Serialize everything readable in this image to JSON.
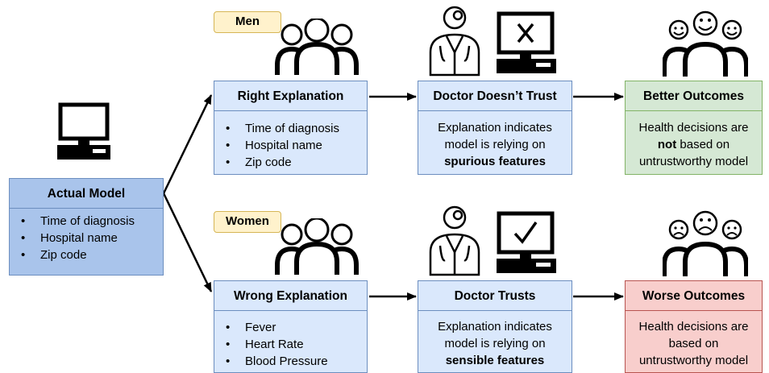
{
  "actual_model": {
    "title": "Actual Model",
    "items": [
      "Time of diagnosis",
      "Hospital name",
      "Zip code"
    ]
  },
  "groups": [
    {
      "tag": "Men",
      "explanation": {
        "title": "Right Explanation",
        "items": [
          "Time of diagnosis",
          "Hospital name",
          "Zip code"
        ]
      },
      "doctor": {
        "title": "Doctor Doesn’t Trust",
        "line1": "Explanation indicates",
        "line2": "model is relying on",
        "emphasis": "spurious features"
      },
      "screen_icon": "x-mark-monitor-icon",
      "outcome": {
        "title": "Better Outcomes",
        "line1": "Health decisions are",
        "emphasis": "not",
        "line2_rest": " based on",
        "line3": "untrustworthy model"
      },
      "faces": "happy-faces-icon"
    },
    {
      "tag": "Women",
      "explanation": {
        "title": "Wrong Explanation",
        "items": [
          "Fever",
          "Heart Rate",
          "Blood Pressure"
        ]
      },
      "doctor": {
        "title": "Doctor Trusts",
        "line1": "Explanation indicates",
        "line2": "model is relying on",
        "emphasis": "sensible features"
      },
      "screen_icon": "check-mark-monitor-icon",
      "outcome": {
        "title": "Worse Outcomes",
        "line1": "Health decisions are",
        "line2": "based on",
        "line3": "untrustworthy model"
      },
      "faces": "sad-faces-icon"
    }
  ],
  "colors": {
    "box_blue": "#dae8fc",
    "model_blue": "#a9c4eb",
    "outcome_green": "#d5e8d4",
    "outcome_red": "#f8cecc",
    "tag_yellow": "#fff2cc"
  }
}
